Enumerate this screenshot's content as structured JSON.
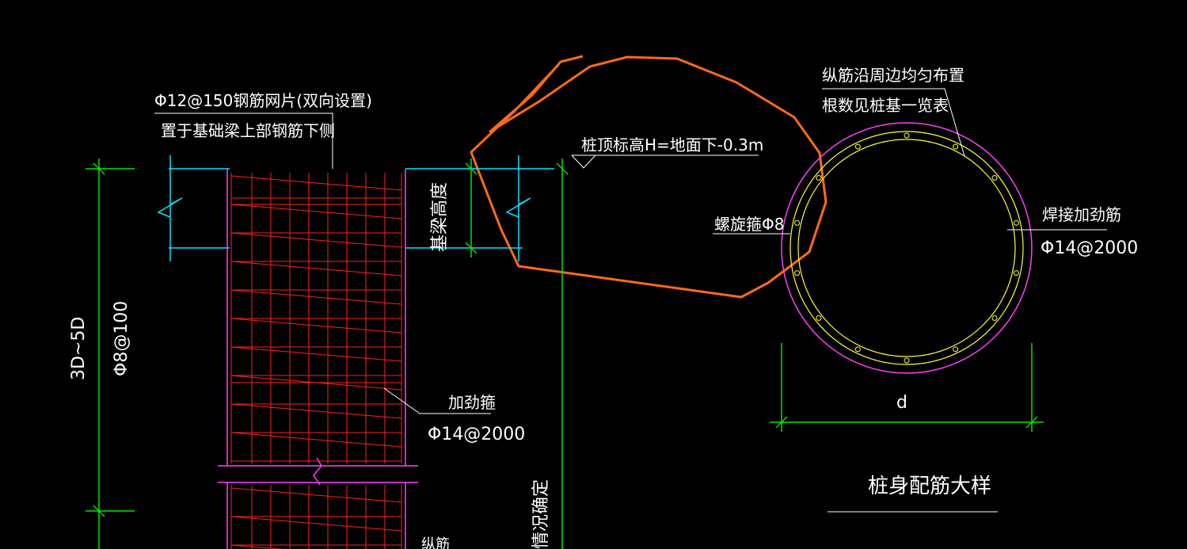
{
  "labels": {
    "mesh_line1": "Φ12@150钢筋网片(双向设置)",
    "mesh_line2": "置于基础梁上部钢筋下侧",
    "pile_top": "桩顶标高H=地面下-0.3m",
    "beam_height": "基梁高度",
    "dim_left_main": "3D~5D",
    "dim_left_sub": "Φ8@100",
    "stiffener_name": "加劲箍",
    "stiffener_spec": "Φ14@2000",
    "case_note": "情况确定",
    "bottom_cut": "纵筋",
    "long_bar_line1": "纵筋沿周边均匀布置",
    "long_bar_line2": "根数见桩基一览表",
    "spiral": "螺旋箍Φ8",
    "weld_name": "焊接加劲筋",
    "weld_spec": "Φ14@2000",
    "diameter": "d",
    "detail_title": "桩身配筋大样"
  },
  "colors": {
    "background": "#000000",
    "rebar": "#ff2020",
    "pile_outline": "#ff40ff",
    "beam": "#00e5ff",
    "dimension": "#00e600",
    "text": "#ffffff",
    "inner_ring": "#ffff33",
    "markup": "#ff6a1a"
  }
}
